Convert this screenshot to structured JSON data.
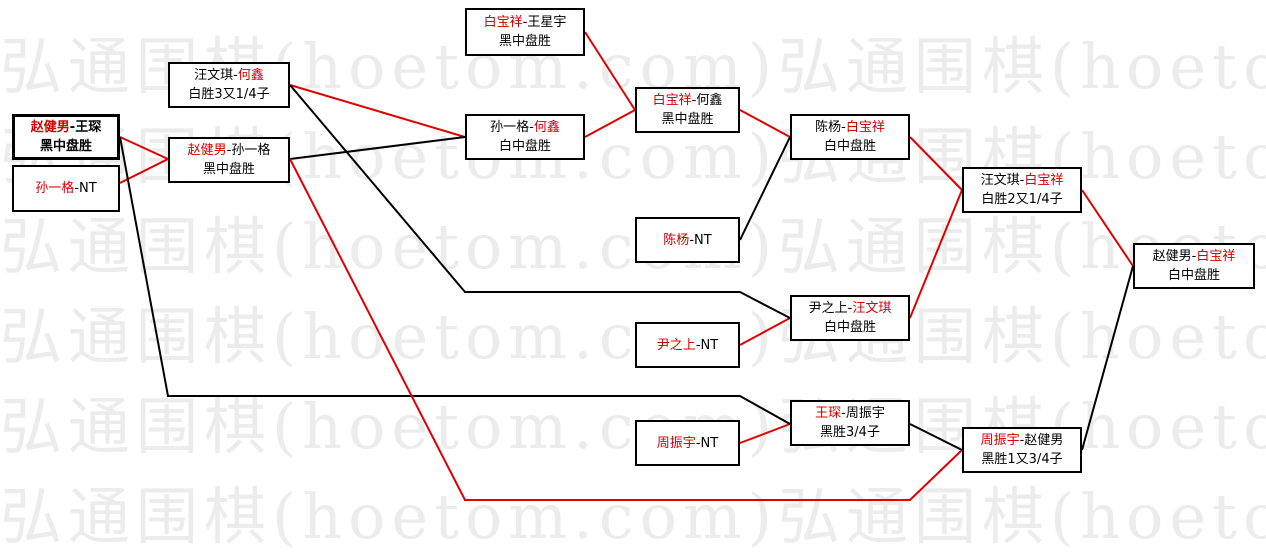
{
  "watermark": {
    "text": "弘通围棋(hoetom.com)弘通围棋(hoetom.com)"
  },
  "colors": {
    "win_line": "#e00000",
    "loss_line": "#000000",
    "winner_name": "#d40000"
  },
  "matches": {
    "m1": {
      "p1": "赵健男",
      "sep": "-",
      "p2": "王琛",
      "result": "黑中盘胜",
      "winner": 1
    },
    "m2": {
      "p1": "孙一格",
      "sep": "-",
      "p2": "NT",
      "result": "",
      "winner": 1
    },
    "m3": {
      "p1": "汪文琪",
      "sep": "-",
      "p2": "何鑫",
      "result": "白胜3又1/4子",
      "winner": 2
    },
    "m4": {
      "p1": "赵健男",
      "sep": "-",
      "p2": "孙一格",
      "result": "黑中盘胜",
      "winner": 1
    },
    "m5": {
      "p1": "白宝祥",
      "sep": "-",
      "p2": "王星宇",
      "result": "黑中盘胜",
      "winner": 1
    },
    "m6": {
      "p1": "孙一格",
      "sep": "-",
      "p2": "何鑫",
      "result": "白中盘胜",
      "winner": 2
    },
    "m7": {
      "p1": "白宝祥",
      "sep": "-",
      "p2": "何鑫",
      "result": "黑中盘胜",
      "winner": 1
    },
    "m8": {
      "p1": "陈杨",
      "sep": "-",
      "p2": "NT",
      "result": "",
      "winner": 1
    },
    "m9": {
      "p1": "陈杨",
      "sep": "-",
      "p2": "白宝祥",
      "result": "白中盘胜",
      "winner": 2
    },
    "m10": {
      "p1": "尹之上",
      "sep": "-",
      "p2": "NT",
      "result": "",
      "winner": 1
    },
    "m11": {
      "p1": "尹之上",
      "sep": "-",
      "p2": "汪文琪",
      "result": "白中盘胜",
      "winner": 2
    },
    "m12": {
      "p1": "周振宇",
      "sep": "-",
      "p2": "NT",
      "result": "",
      "winner": 1
    },
    "m13": {
      "p1": "王琛",
      "sep": "-",
      "p2": "周振宇",
      "result": "黑胜3/4子",
      "winner": 1
    },
    "m14": {
      "p1": "汪文琪",
      "sep": "-",
      "p2": "白宝祥",
      "result": "白胜2又1/4子",
      "winner": 2
    },
    "m15": {
      "p1": "周振宇",
      "sep": "-",
      "p2": "赵健男",
      "result": "黑胜1又3/4子",
      "winner": 1
    },
    "m16": {
      "p1": "赵健男",
      "sep": "-",
      "p2": "白宝祥",
      "result": "白中盘胜",
      "winner": 2
    }
  }
}
